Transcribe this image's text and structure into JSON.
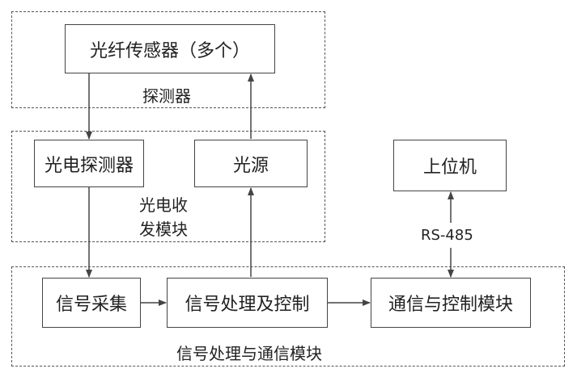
{
  "groups": {
    "detector": "探测器",
    "transceiver": [
      "光电收",
      "发模块"
    ],
    "processing": "信号处理与通信模块"
  },
  "boxes": {
    "fiber_sensor": "光纤传感器（多个）",
    "photodetector": "光电探测器",
    "light_source": "光源",
    "host_computer": "上位机",
    "signal_acquisition": "信号采集",
    "signal_processing_control": "信号处理及控制",
    "comm_control_module": "通信与控制模块"
  },
  "links": {
    "rs485": "RS-485"
  }
}
